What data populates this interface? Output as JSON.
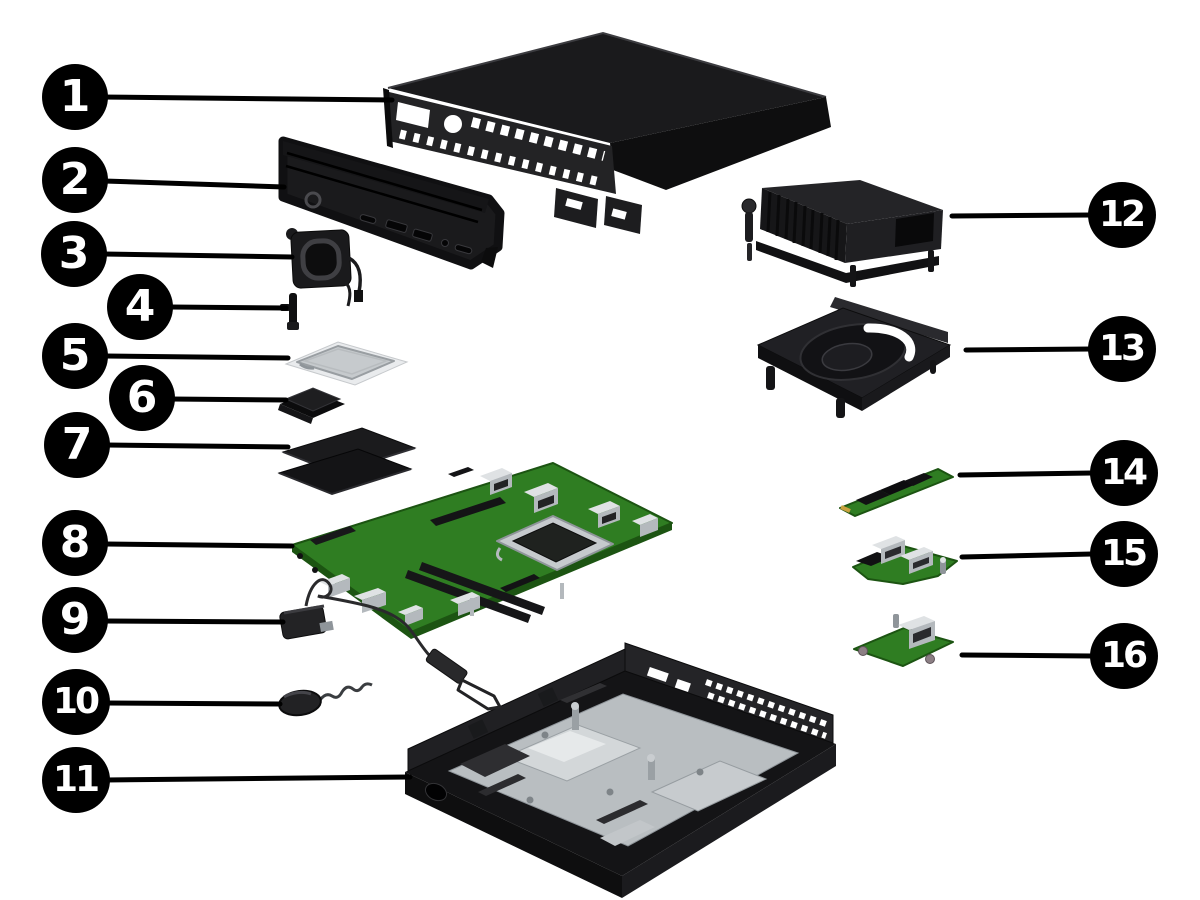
{
  "figure": {
    "kind": "exploded-view-parts-diagram",
    "callout_count": 16
  },
  "colors": {
    "background": "#ffffff",
    "callout_fill": "#000000",
    "callout_text": "#ffffff",
    "leader": "#000000",
    "part_black": "#1a1a1c",
    "part_black_deep": "#0e0e0f",
    "part_black_soft": "#2a2a2d",
    "board_green": "#2f7d22",
    "board_green_dark": "#1c5412",
    "metal_light": "#dfe2e4",
    "metal_mid": "#b4b9bd",
    "metal_dark": "#8f959a",
    "cpu_silver": "#c6cacd",
    "cpu_substrate": "#e9ebed"
  },
  "callouts": [
    {
      "label": "1"
    },
    {
      "label": "2"
    },
    {
      "label": "3"
    },
    {
      "label": "4"
    },
    {
      "label": "5"
    },
    {
      "label": "6"
    },
    {
      "label": "7"
    },
    {
      "label": "8"
    },
    {
      "label": "9"
    },
    {
      "label": "10"
    },
    {
      "label": "11"
    },
    {
      "label": "12"
    },
    {
      "label": "13"
    },
    {
      "label": "14"
    },
    {
      "label": "15"
    },
    {
      "label": "16"
    }
  ]
}
